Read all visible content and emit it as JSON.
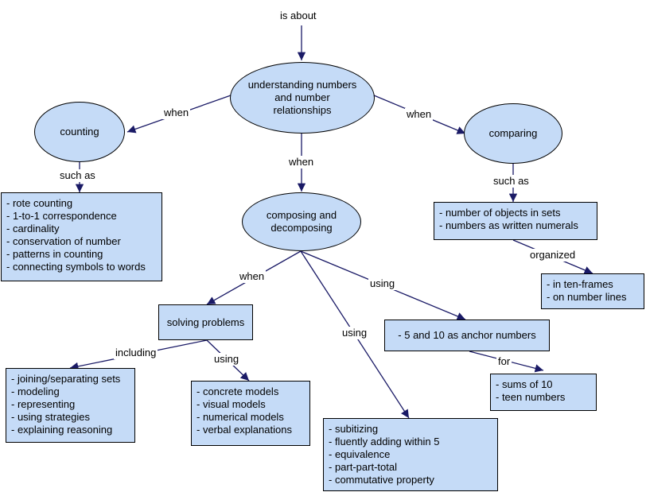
{
  "top_label": "is about",
  "nodes": {
    "understanding": "understanding numbers and number relationships",
    "counting": "counting",
    "comparing": "comparing",
    "composing": "composing and decomposing",
    "counting_examples": [
      "- rote counting",
      "- 1-to-1 correspondence",
      "- cardinality",
      "- conservation of number",
      "- patterns in counting",
      "- connecting symbols to words"
    ],
    "comparing_examples": [
      "- number of objects in sets",
      "- numbers as written numerals"
    ],
    "organized_examples": [
      "- in ten-frames",
      "- on number lines"
    ],
    "solving_problems": "solving problems",
    "anchor_numbers": "- 5 and 10 as anchor numbers",
    "including_examples": [
      "- joining/separating sets",
      "- modeling",
      "- representing",
      "- using strategies",
      "- explaining reasoning"
    ],
    "models_examples": [
      "- concrete models",
      "- visual models",
      "- numerical models",
      "- verbal explanations"
    ],
    "sums_examples": [
      "- sums of 10",
      "- teen numbers"
    ],
    "subitizing_examples": [
      "- subitizing",
      "- fluently adding within 5",
      "- equivalence",
      "- part-part-total",
      "- commutative property"
    ]
  },
  "links": {
    "when_counting": "when",
    "when_comparing": "when",
    "when_composing": "when",
    "such_as_counting": "such as",
    "such_as_comparing": "such as",
    "organized": "organized",
    "when_solving": "when",
    "using_anchor": "using",
    "using_subitizing": "using",
    "including": "including",
    "using_models": "using",
    "for": "for"
  }
}
